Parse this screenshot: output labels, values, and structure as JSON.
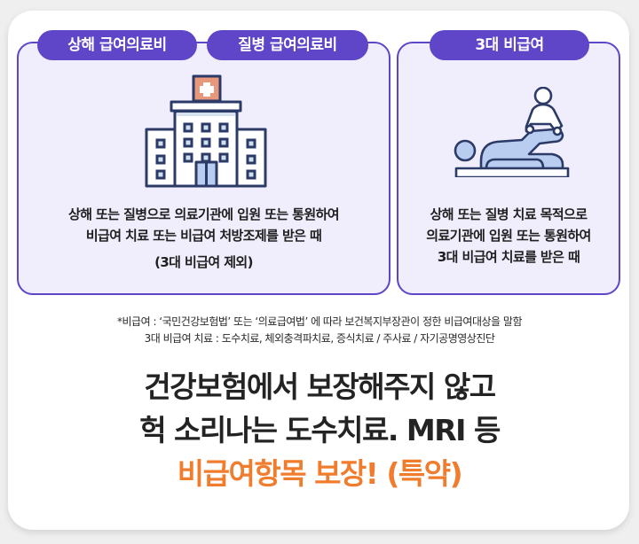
{
  "tabs": {
    "injury_medical": "상해 급여의료비",
    "disease_medical": "질병 급여의료비",
    "three_noncovered": "3대 비급여"
  },
  "icons": {
    "left": "hospital-icon",
    "right": "manual-therapy-icon"
  },
  "left_panel": {
    "line1": "상해 또는 질병으로 의료기관에 입원 또는 통원하여",
    "line2": "비급여 치료 또는 비급여 처방조제를 받은 때",
    "line3": "(3대 비급여 제외)"
  },
  "right_panel": {
    "line1": "상해 또는 질병 치료 목적으로",
    "line2": "의료기관에 입원 또는 통원하여",
    "line3": "3대 비급여 치료를 받은 때"
  },
  "notes": {
    "line1": "*비급여 : ‘국민건강보험법’ 또는 ‘의료급여법’ 에 따라 보건복지부장관이 정한 비급여대상을 말함",
    "line2": "3대 비급여 치료 : 도수치료, 체외충격파치료, 증식치료 / 주사료 / 자기공명영상진단"
  },
  "headline": {
    "line1": "건강보험에서 보장해주지 않고",
    "line2": "헉 소리나는 도수치료. MRI 등",
    "line3": "비급여항목 보장! (특약)"
  },
  "colors": {
    "primary_purple": "#5f45c8",
    "panel_bg": "#f0eefc",
    "accent_orange": "#f07c2e",
    "icon_navy": "#2b3a67",
    "icon_blue": "#b8cdf0",
    "icon_salmon": "#e8977a"
  }
}
